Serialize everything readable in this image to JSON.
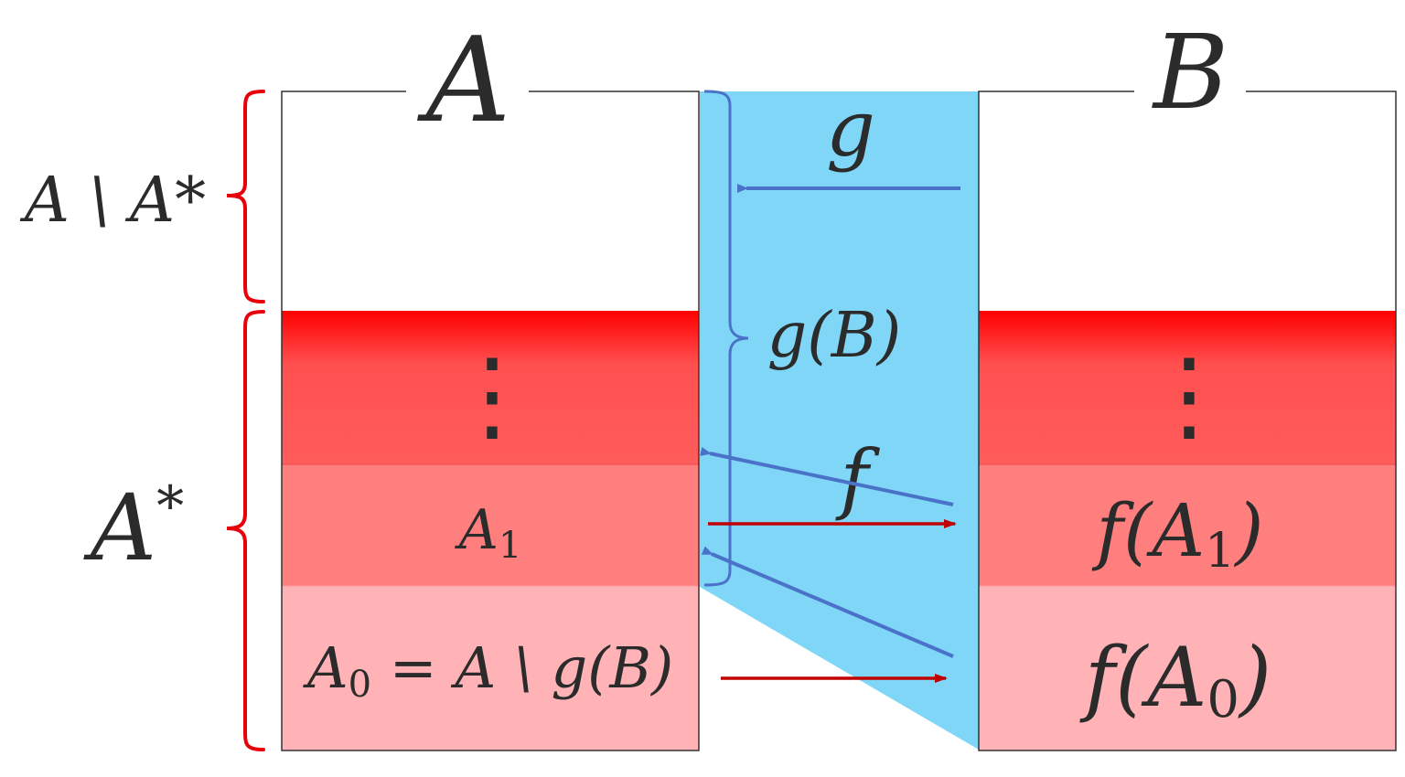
{
  "set_a": {
    "label": "A",
    "complement_label": "A \\ A*",
    "star_label": "A",
    "star_sup": "*",
    "ellipsis": "⋮",
    "a1_label": "A",
    "a1_sub": "1",
    "a0_label": "A",
    "a0_sub": "0",
    "a0_rest": " = A \\ g(B)"
  },
  "set_b": {
    "label": "B",
    "ellipsis": "⋮",
    "fa1_prefix": "f(A",
    "fa1_sub": "1",
    "fa1_suffix": ")",
    "fa0_prefix": "f(A",
    "fa0_sub": "0",
    "fa0_suffix": ")"
  },
  "maps": {
    "g_label": "g",
    "gb_label": "g(B)",
    "f_label": "f"
  },
  "colors": {
    "red_brace": "#e8000b",
    "blue_region": "#7fd6f7",
    "blue_arrow": "#4a72c8",
    "red_arrow": "#c00000",
    "band_top": "#ff0000",
    "band_mid": "#ff5c5c",
    "band_a1": "#ff7f7f",
    "band_a0": "#ffb3b7",
    "text": "#2b2b2b"
  }
}
